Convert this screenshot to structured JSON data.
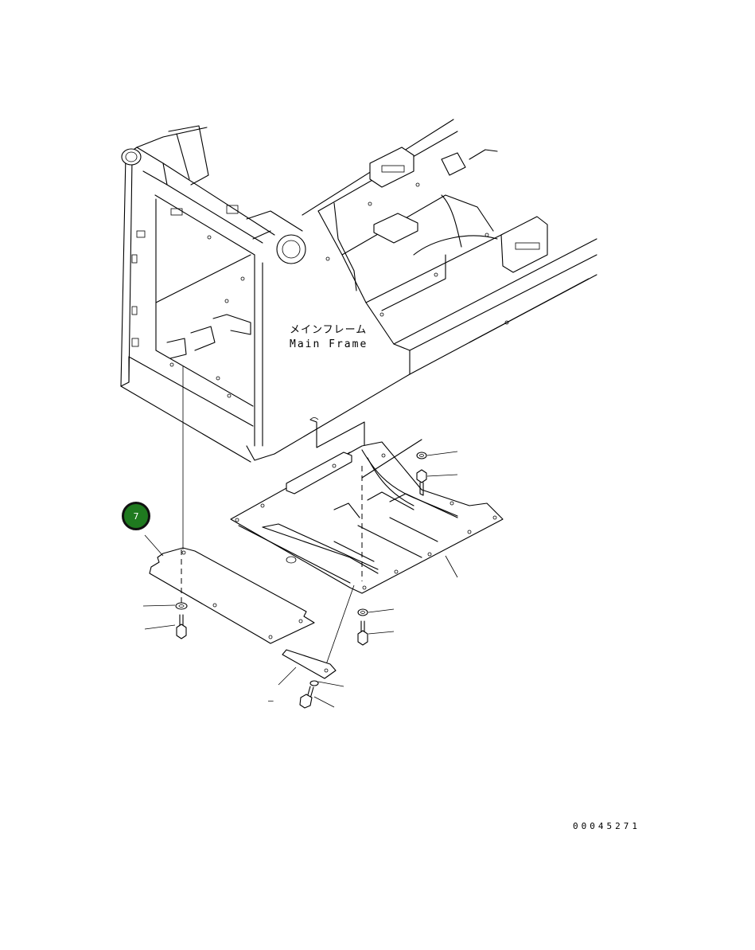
{
  "labels": {
    "main_frame_jp": "メインフレーム",
    "main_frame_en": "Main Frame",
    "drawing_number": "00045271",
    "dash_mark": "–"
  },
  "callout": {
    "number": "7",
    "color": "#1f7a1f"
  }
}
